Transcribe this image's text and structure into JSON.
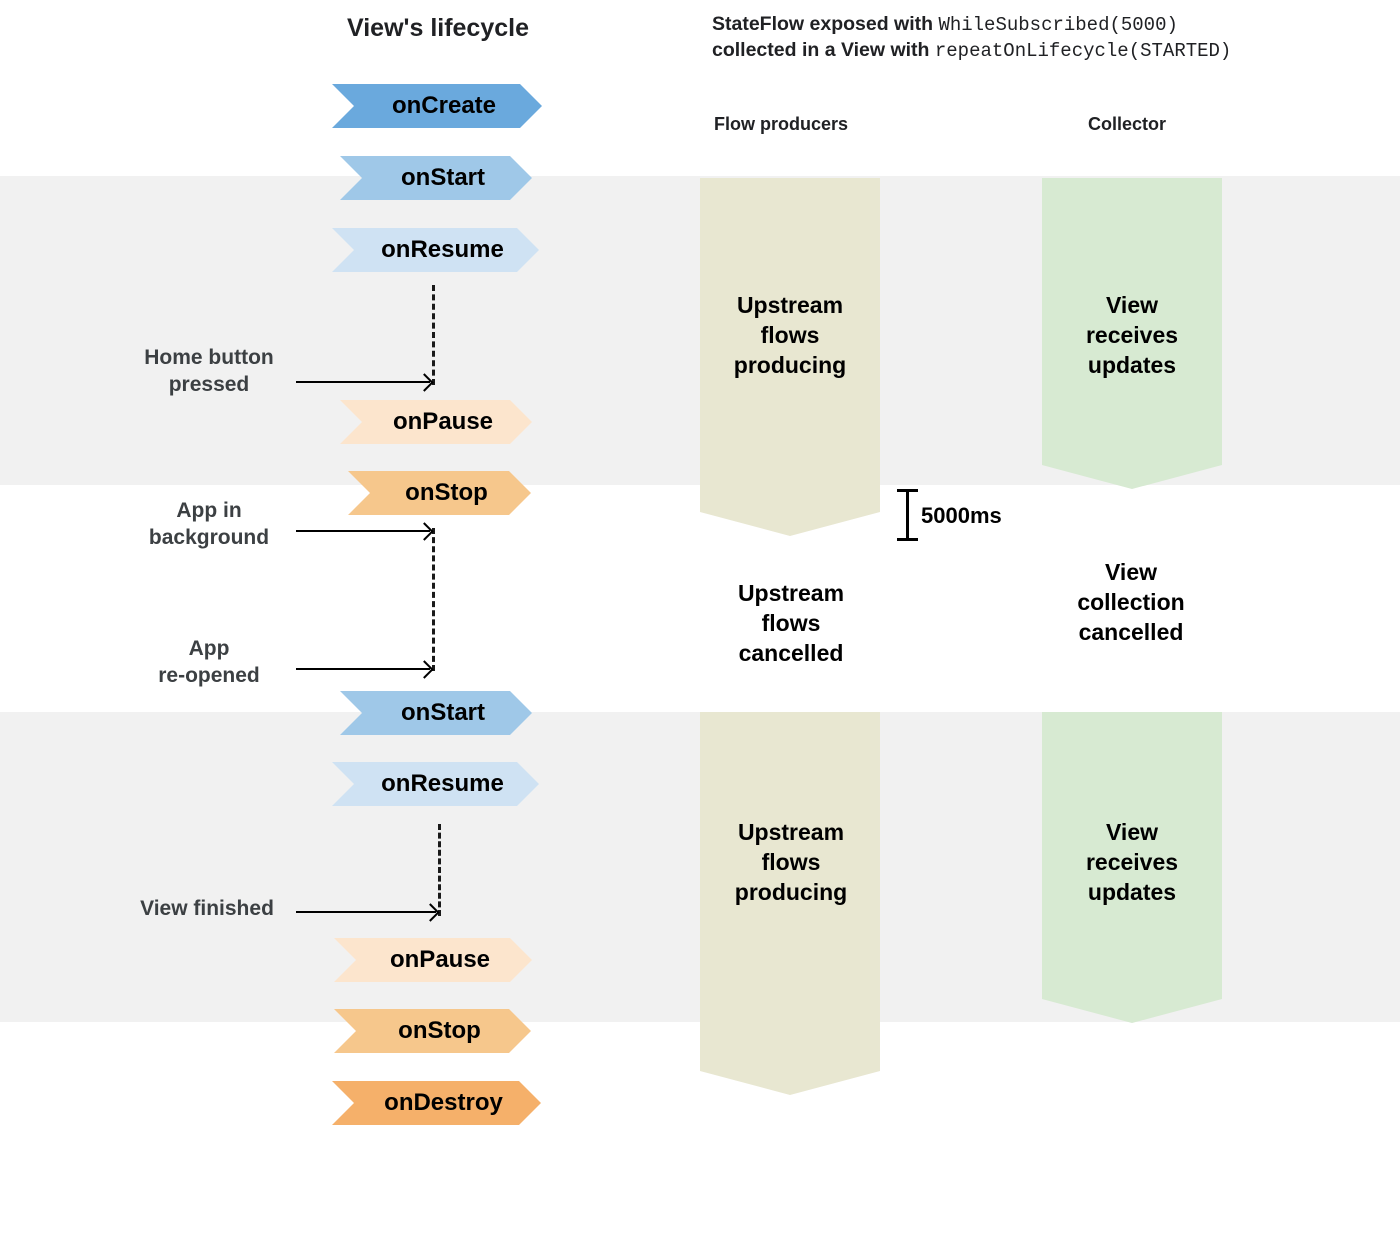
{
  "titles": {
    "lifecycle": "View's lifecycle",
    "stateflow_line1_bold": "StateFlow exposed with ",
    "stateflow_line1_code": "WhileSubscribed(5000)",
    "stateflow_line2_bold": "collected in a View with ",
    "stateflow_line2_code": "repeatOnLifecycle(STARTED)",
    "flow_producers": "Flow producers",
    "collector": "Collector"
  },
  "lifecycle_events": {
    "oncreate": "onCreate",
    "onstart_1": "onStart",
    "onresume_1": "onResume",
    "onpause_1": "onPause",
    "onstop_1": "onStop",
    "onstart_2": "onStart",
    "onresume_2": "onResume",
    "onpause_2": "onPause",
    "onstop_2": "onStop",
    "ondestroy": "onDestroy"
  },
  "event_labels": {
    "home_button": "Home button\npressed",
    "app_background": "App in\nbackground",
    "app_reopened": "App\nre-opened",
    "view_finished": "View finished"
  },
  "streams": {
    "producing_1": "Upstream\nflows\nproducing",
    "receiving_1": "View\nreceives\nupdates",
    "cancelled_producer": "Upstream\nflows\ncancelled",
    "cancelled_collector": "View\ncollection\ncancelled",
    "producing_2": "Upstream\nflows\nproducing",
    "receiving_2": "View\nreceives\nupdates"
  },
  "timing": {
    "label": "5000ms"
  },
  "colors": {
    "page_background": "#ffffff",
    "band_gray": "#f1f1f1",
    "chevron_oncreate": "#6aa9dd",
    "chevron_onstart": "#9fc8e8",
    "chevron_onresume": "#cfe2f3",
    "chevron_onpause": "#fce5cd",
    "chevron_onstop": "#f6c78c",
    "chevron_ondestroy": "#f5b06a",
    "stream_producer": "#e8e7d1",
    "stream_collector": "#d7ead2",
    "text_primary": "#000000",
    "text_label": "#3c4043"
  }
}
